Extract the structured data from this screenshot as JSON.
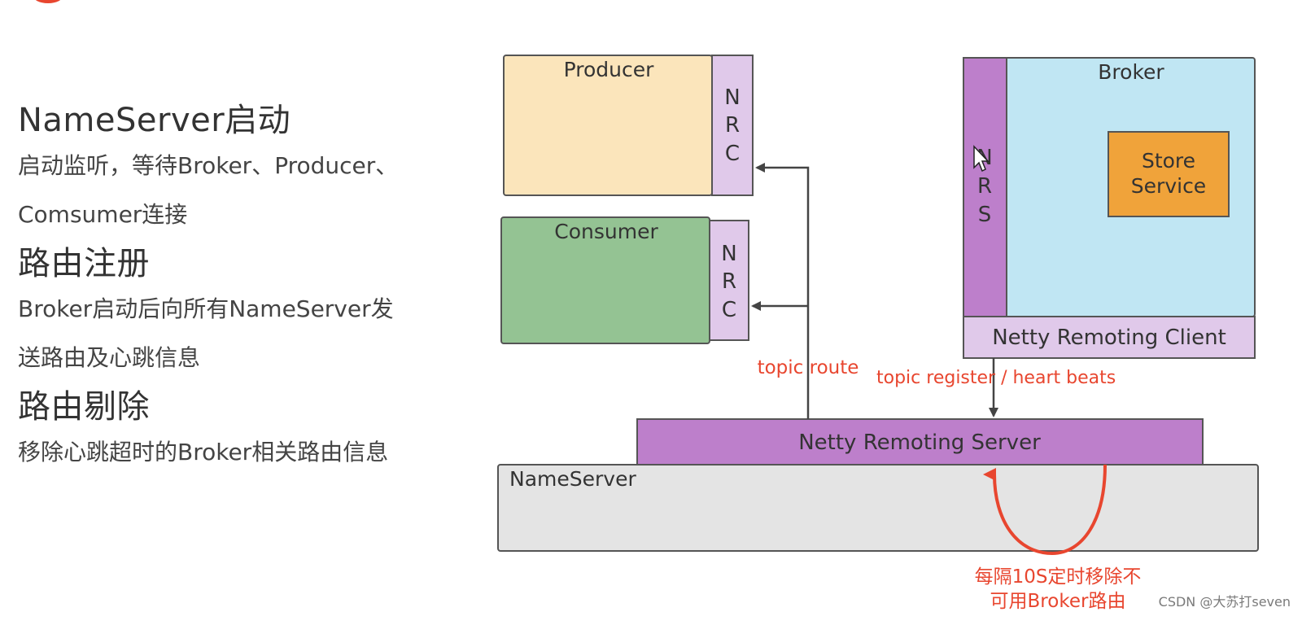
{
  "left_panel": {
    "sections": [
      {
        "heading": "NameServer启动",
        "lines": [
          "启动监听，等待Broker、Producer、",
          "Comsumer连接"
        ]
      },
      {
        "heading": "路由注册",
        "lines": [
          "Broker启动后向所有NameServer发",
          "送路由及心跳信息"
        ]
      },
      {
        "heading": "路由剔除",
        "lines": [
          "移除心跳超时的Broker相关路由信息"
        ]
      }
    ]
  },
  "diagram": {
    "producer": {
      "label": "Producer",
      "nrc": "NRC"
    },
    "consumer": {
      "label": "Consumer",
      "nrc": "NRC"
    },
    "broker": {
      "label": "Broker",
      "nrs": "NRS",
      "store_service": "Store\nService",
      "netty_client": "Netty Remoting Client"
    },
    "netty_server": "Netty Remoting Server",
    "nameserver": "NameServer",
    "topic_route": "topic route",
    "topic_register": "topic register / heart beats",
    "removal_note_line1": "每隔10S定时移除不",
    "removal_note_line2": "可用Broker路由"
  },
  "colors": {
    "producer_fill": "#fbe5bb",
    "consumer_fill": "#94c393",
    "nrc_fill": "#e0c9ea",
    "broker_fill": "#c0e6f3",
    "nrs_fill": "#bd7fcb",
    "store_fill": "#f0a33a",
    "netty_client_fill": "#e0c9ea",
    "netty_server_fill": "#bd7fcb",
    "nameserver_fill": "#e4e4e4",
    "arrow": "#444444",
    "red": "#e8462f"
  },
  "watermark": "CSDN @大苏打seven"
}
